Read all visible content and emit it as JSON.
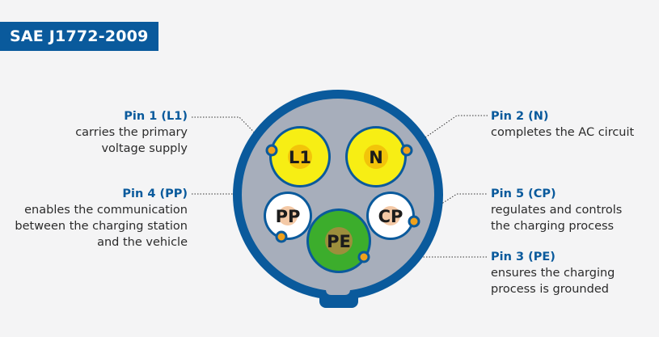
{
  "title": "SAE J1772-2009",
  "colors": {
    "brand_blue": "#0a5a9c",
    "connector_gray": "#a7aebb",
    "pin_yellow": "#f7ee14",
    "pin_yellow_core": "#f2c40a",
    "pin_white": "#ffffff",
    "pin_peach": "#f4c9a6",
    "pin_green": "#3cad2c",
    "pin_olive": "#9c8f3c",
    "marker_orange": "#f0a11b"
  },
  "pins": {
    "l1": {
      "symbol": "L1",
      "name": "Pin 1 (L1)",
      "desc": [
        "carries the primary",
        "voltage supply"
      ]
    },
    "n": {
      "symbol": "N",
      "name": "Pin 2 (N)",
      "desc": [
        "completes the AC circuit"
      ]
    },
    "pp": {
      "symbol": "PP",
      "name": "Pin 4 (PP)",
      "desc": [
        "enables the communication",
        "between the charging station",
        "and the vehicle"
      ]
    },
    "cp": {
      "symbol": "CP",
      "name": "Pin 5 (CP)",
      "desc": [
        "regulates and controls",
        "the charging process"
      ]
    },
    "pe": {
      "symbol": "PE",
      "name": "Pin 3 (PE)",
      "desc": [
        "ensures the charging",
        "process is grounded"
      ]
    }
  }
}
